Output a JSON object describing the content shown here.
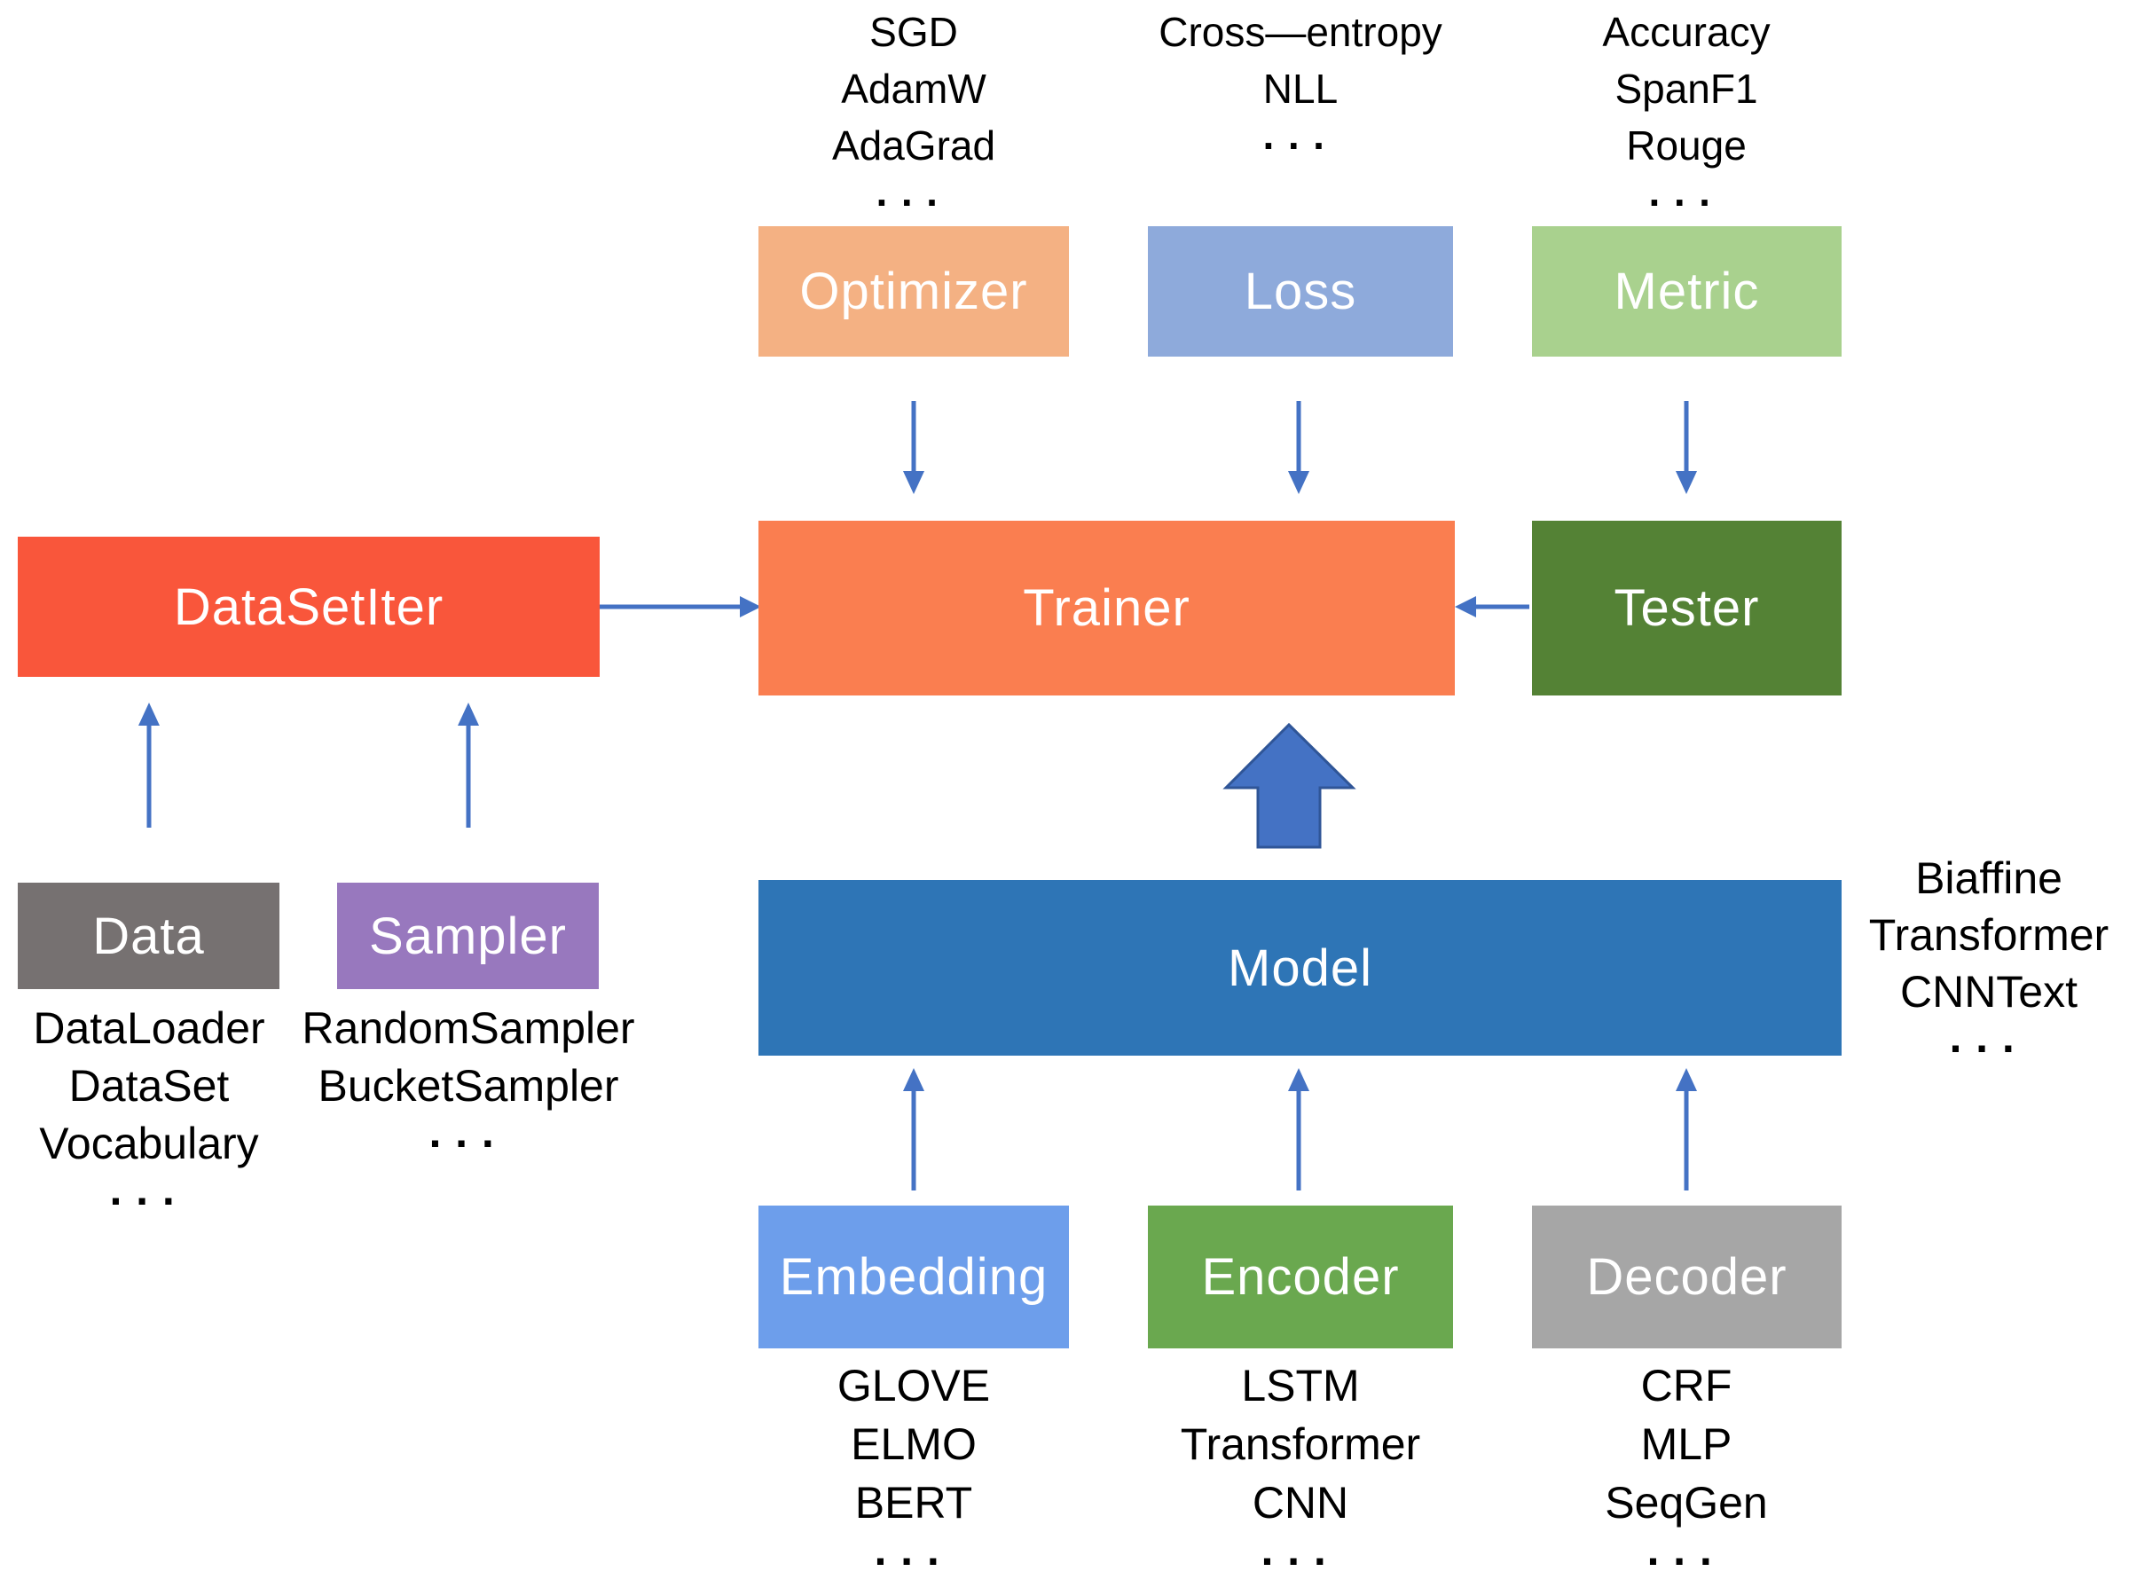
{
  "canvas": {
    "background": "#FFFFFF"
  },
  "colors": {
    "arrow": "#4472C4",
    "arrow_outline": "#2F5597",
    "text": "#000000",
    "node_text": "#FFFFFF"
  },
  "nodes": {
    "optimizer": {
      "label": "Optimizer",
      "color": "#F4B183"
    },
    "loss": {
      "label": "Loss",
      "color": "#8EAADB"
    },
    "metric": {
      "label": "Metric",
      "color": "#A9D18E"
    },
    "datasetiter": {
      "label": "DataSetIter",
      "color": "#F9563B"
    },
    "trainer": {
      "label": "Trainer",
      "color": "#FA7E50"
    },
    "tester": {
      "label": "Tester",
      "color": "#548235"
    },
    "data": {
      "label": "Data",
      "color": "#767171"
    },
    "sampler": {
      "label": "Sampler",
      "color": "#9878BE"
    },
    "model": {
      "label": "Model",
      "color": "#2E75B6"
    },
    "embedding": {
      "label": "Embedding",
      "color": "#6D9EEB"
    },
    "encoder": {
      "label": "Encoder",
      "color": "#6AA84F"
    },
    "decoder": {
      "label": "Decoder",
      "color": "#A6A6A6"
    }
  },
  "lists": {
    "optimizer": [
      "SGD",
      "AdamW",
      "AdaGrad",
      "···"
    ],
    "loss": [
      "Cross—entropy",
      "NLL",
      "···"
    ],
    "metric": [
      "Accuracy",
      "SpanF1",
      "Rouge",
      "···"
    ],
    "data": [
      "DataLoader",
      "DataSet",
      "Vocabulary",
      "···"
    ],
    "sampler": [
      "RandomSampler",
      "BucketSampler",
      "···"
    ],
    "model": [
      "Biaffine",
      "Transformer",
      "CNNText",
      "···"
    ],
    "embedding": [
      "GLOVE",
      "ELMO",
      "BERT",
      "···"
    ],
    "encoder": [
      "LSTM",
      "Transformer",
      "CNN",
      "···"
    ],
    "decoder": [
      "CRF",
      "MLP",
      "SeqGen",
      "···"
    ]
  }
}
